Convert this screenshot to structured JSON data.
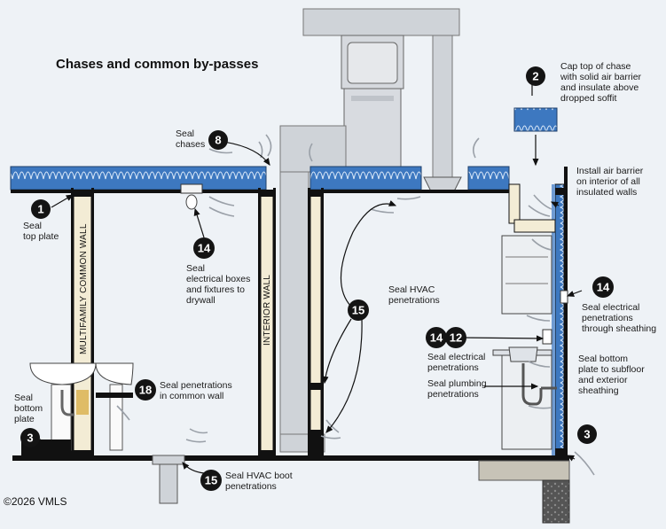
{
  "title": "Chases and common by-passes",
  "copyright": "©2026 VMLS",
  "wall_labels": {
    "common_wall": "MULTIFAMILY COMMON WALL",
    "interior_wall": "INTERIOR WALL"
  },
  "callouts": [
    {
      "id": "c1",
      "number": "1",
      "lines": [
        "Seal",
        "top plate"
      ]
    },
    {
      "id": "c2",
      "number": "2",
      "lines": [
        "Cap top of chase",
        "with solid air barrier",
        "and insulate above",
        "dropped soffit"
      ]
    },
    {
      "id": "c3a",
      "number": "3",
      "lines": [
        "Seal",
        "bottom",
        "plate"
      ]
    },
    {
      "id": "c3b",
      "number": "3",
      "lines": [
        "Seal bottom",
        "plate to subfloor",
        "and exterior",
        "sheathing"
      ]
    },
    {
      "id": "c8",
      "number": "8",
      "lines": [
        "Seal",
        "chases"
      ]
    },
    {
      "id": "c14a",
      "number": "14",
      "lines": [
        "Seal",
        "electrical boxes",
        "and fixtures to",
        "drywall"
      ]
    },
    {
      "id": "c14b",
      "number": "14",
      "lines": [
        "Seal electrical",
        "penetrations",
        "through sheathing"
      ]
    },
    {
      "id": "c1412",
      "numbers": [
        "14",
        "12"
      ],
      "lines": [
        "Seal electrical",
        "penetrations"
      ]
    },
    {
      "id": "cplumb",
      "lines": [
        "Seal plumbing",
        "penetrations"
      ]
    },
    {
      "id": "c15a",
      "number": "15",
      "lines": [
        "Seal HVAC",
        "penetrations"
      ]
    },
    {
      "id": "c15b",
      "number": "15",
      "lines": [
        "Seal HVAC boot",
        "penetrations"
      ]
    },
    {
      "id": "c18",
      "number": "18",
      "lines": [
        "Seal penetrations",
        "in common wall"
      ]
    },
    {
      "id": "cab",
      "lines": [
        "Install air barrier",
        "on interior of all",
        "insulated walls"
      ]
    }
  ],
  "colors": {
    "insulation": "#3d78c0",
    "badge": "#141414",
    "framing": "#101010",
    "ductwork": "#cfd3d8",
    "wall_fill": "#f3ecd5",
    "background": "#eef2f6"
  }
}
